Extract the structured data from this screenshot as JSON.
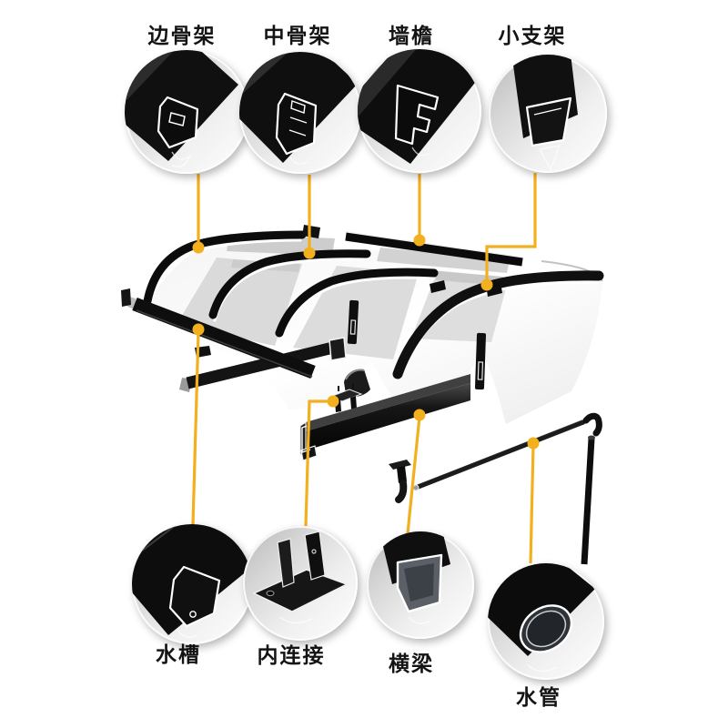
{
  "colors": {
    "callout_line": "#F2B01E",
    "profile_black": "#111111"
  },
  "parts_top": [
    {
      "id": "edge-frame",
      "label": "边骨架"
    },
    {
      "id": "mid-frame",
      "label": "中骨架"
    },
    {
      "id": "wall-eave",
      "label": "墙檐"
    },
    {
      "id": "small-bracket",
      "label": "小支架"
    }
  ],
  "parts_bottom": [
    {
      "id": "gutter",
      "label": "水槽"
    },
    {
      "id": "inner-connector",
      "label": "内连接"
    },
    {
      "id": "crossbeam",
      "label": "横梁"
    },
    {
      "id": "water-pipe",
      "label": "水管"
    }
  ]
}
